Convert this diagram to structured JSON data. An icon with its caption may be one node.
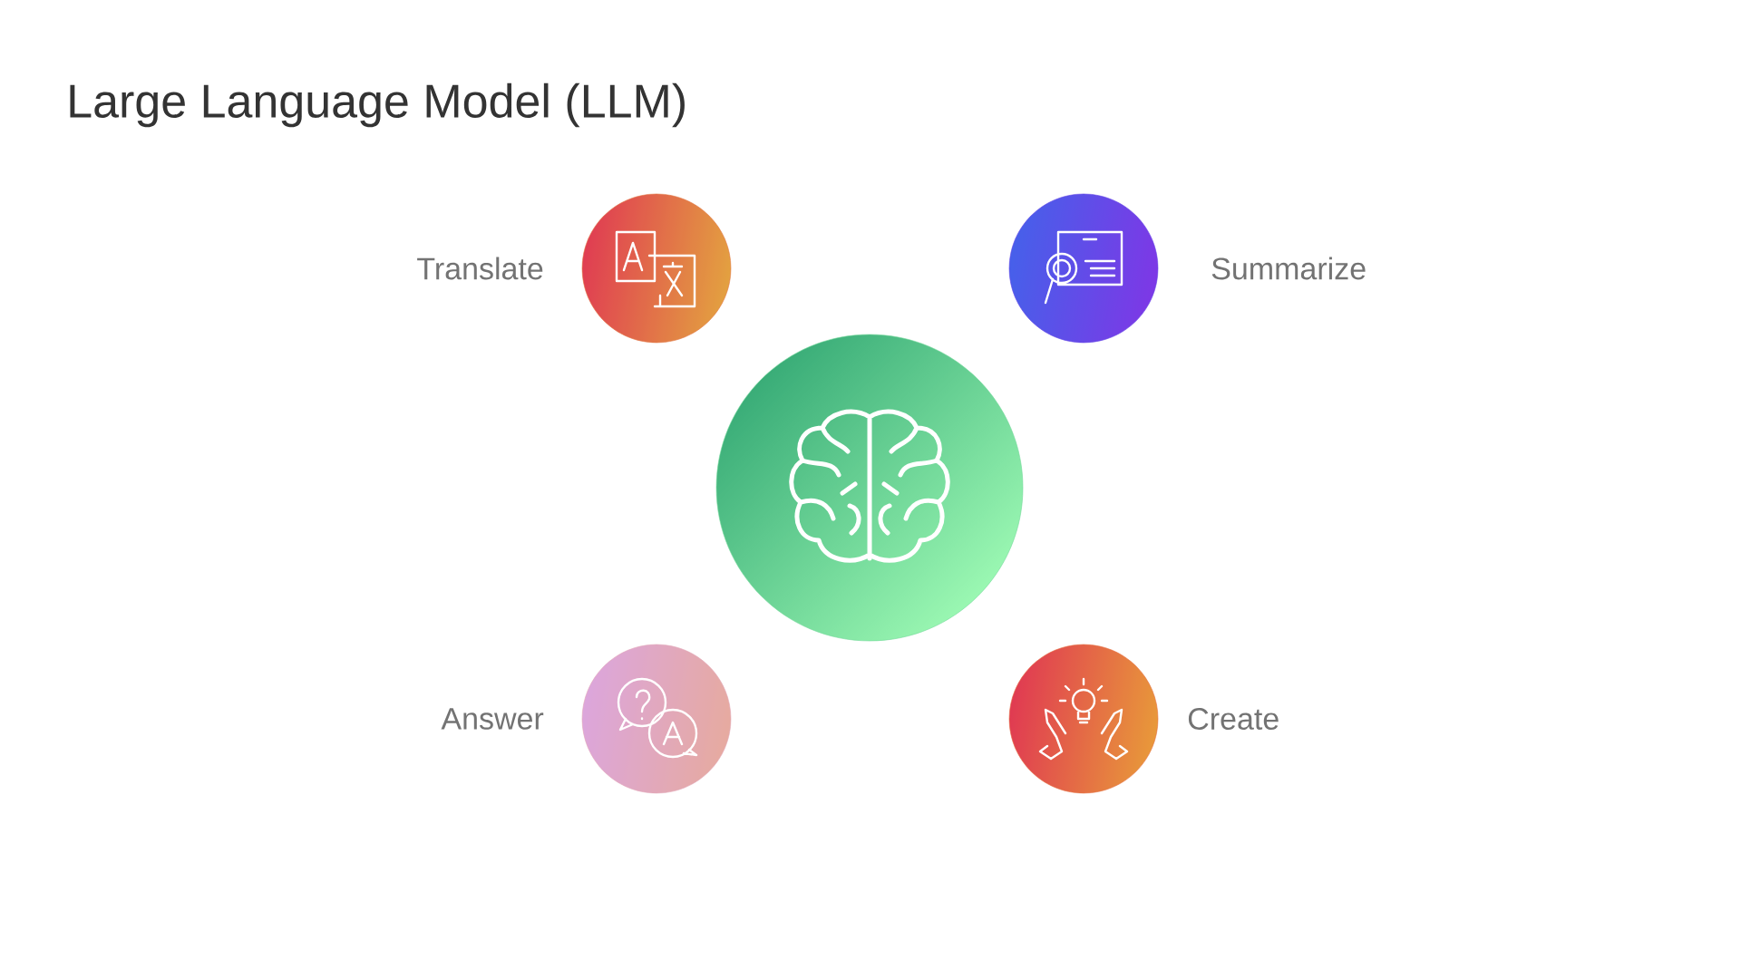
{
  "diagram": {
    "title": "Large Language Model (LLM)",
    "nodes": [
      {
        "text": [],
        "shape": "circle",
        "beside": [
          "Translate"
        ]
      },
      {
        "text": [],
        "shape": "circle",
        "beside": [
          "Summarize"
        ]
      },
      {
        "text": [],
        "shape": "circle"
      },
      {
        "text": [],
        "shape": "circle",
        "beside": [
          "Answer"
        ]
      },
      {
        "text": [],
        "shape": "circle",
        "beside": [
          "Create"
        ]
      }
    ]
  }
}
